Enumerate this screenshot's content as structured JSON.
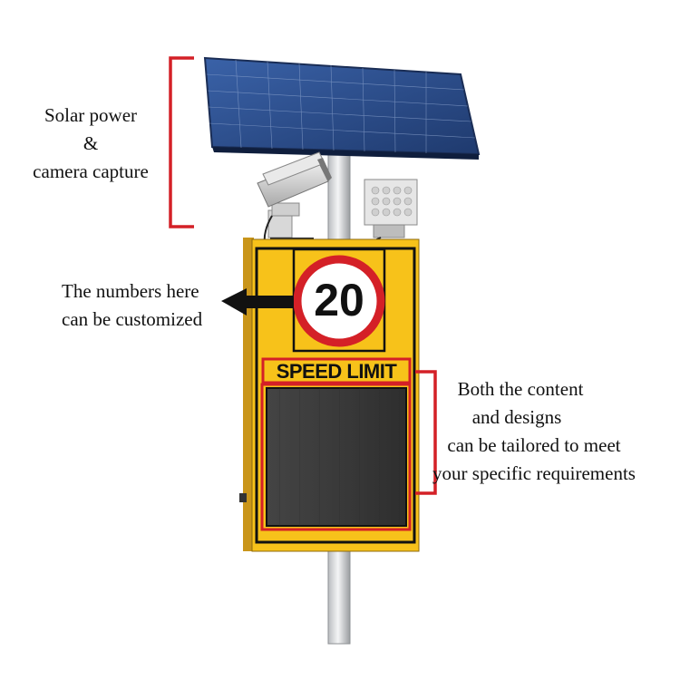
{
  "annotations": {
    "solar": {
      "line1": "Solar power",
      "line2": "&",
      "line3": "camera capture"
    },
    "numbers": {
      "line1": "The numbers here",
      "line2": "can be customized"
    },
    "content": {
      "line1": "Both the content",
      "line2": "and designs",
      "line3": "can be tailored to meet",
      "line4": "your specific requirements"
    }
  },
  "sign": {
    "speed_value": "20",
    "speed_label": "SPEED LIMIT"
  },
  "colors": {
    "sign_yellow": "#f7c21a",
    "bracket_red": "#d42027",
    "panel_blue": "#2b4f8f",
    "screen_dark": "#3a3a3a"
  },
  "icons": [
    "solar-panel-icon",
    "cctv-camera-icon",
    "led-floodlight-icon",
    "arrow-left-icon"
  ]
}
